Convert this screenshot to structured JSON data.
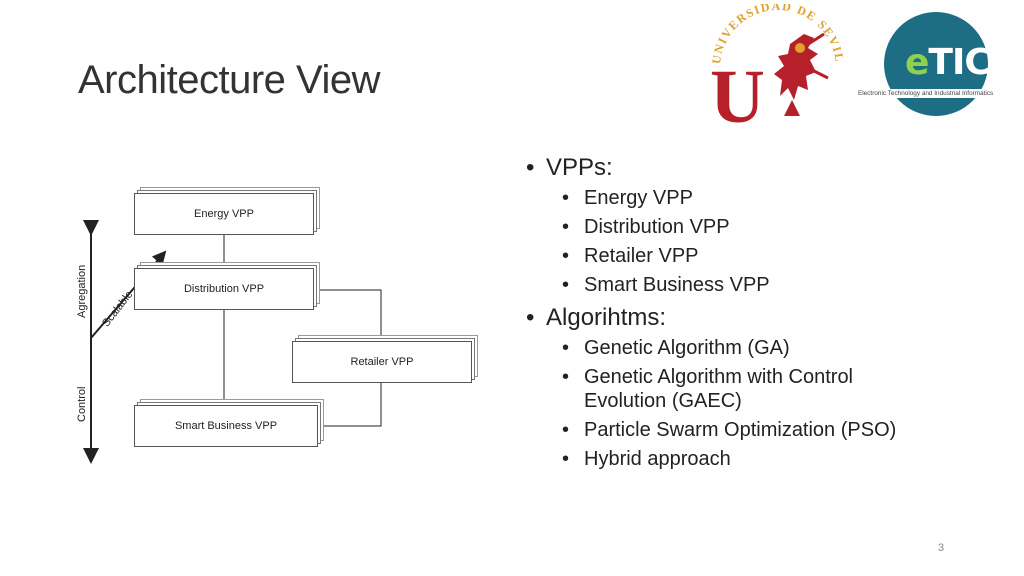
{
  "slide": {
    "title": "Architecture View",
    "page_number": "3"
  },
  "logos": {
    "university": {
      "arc_text": "UNIVERSIDAD DE SEVILLA",
      "monogram": "U",
      "colors": {
        "red": "#b5202b",
        "gold": "#e1a12b"
      }
    },
    "etic": {
      "prefix": "e",
      "suffix": "TIC",
      "caption": "Electronic Technology and Industrial Informatics",
      "colors": {
        "circle": "#1d6e85",
        "accent": "#8fd14f"
      }
    }
  },
  "diagram": {
    "boxes": {
      "energy": "Energy VPP",
      "distribution": "Distribution VPP",
      "retailer": "Retailer VPP",
      "smart_business": "Smart Business VPP"
    },
    "axis_labels": {
      "aggregation": "Agregation",
      "control": "Control",
      "scalable": "Scalable"
    }
  },
  "bullets": [
    {
      "label": "VPPs:",
      "items": [
        "Energy VPP",
        "Distribution VPP",
        "Retailer VPP",
        "Smart Business VPP"
      ]
    },
    {
      "label": "Algorihtms:",
      "items": [
        "Genetic Algorithm (GA)",
        "Genetic Algorithm with Control Evolution (GAEC)",
        "Particle Swarm Optimization (PSO)",
        "Hybrid approach"
      ]
    }
  ]
}
